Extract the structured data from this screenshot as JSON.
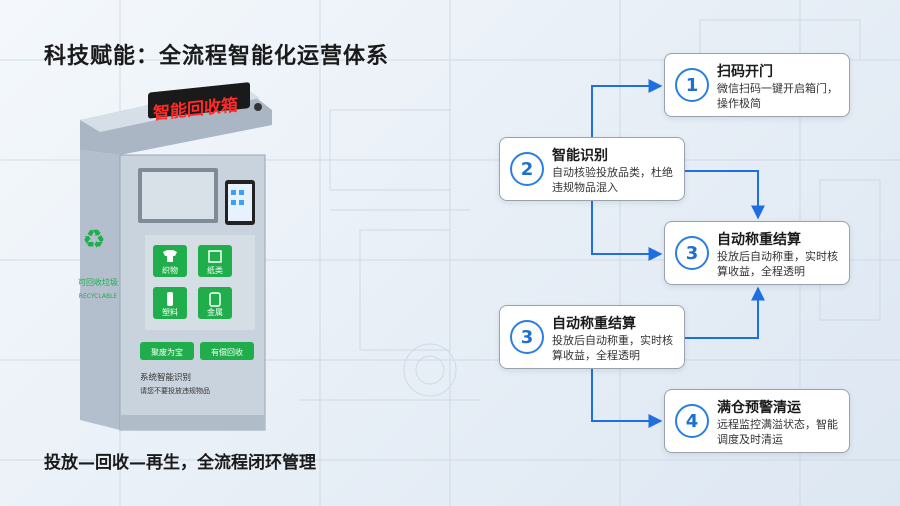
{
  "title": "科技赋能：全流程智能化运营体系",
  "subtitle": "投放—回收—再生，全流程闭环管理",
  "machine": {
    "display_text": "智能回收箱",
    "logo_text": "可回收垃圾",
    "logo_en": "RECYCLABLE",
    "bins": [
      {
        "label": "织物",
        "icon": "shirt-icon"
      },
      {
        "label": "纸类",
        "icon": "box-icon"
      },
      {
        "label": "塑料",
        "icon": "bottle-icon"
      },
      {
        "label": "金属",
        "icon": "can-icon"
      }
    ],
    "slogan_left": "聚废为宝",
    "slogan_right": "有偿回收",
    "notice_title": "系统智能识别",
    "notice_text": "请您不要投放违规物品"
  },
  "steps": [
    {
      "num": "1",
      "title": "扫码开门",
      "desc": "微信扫码一键开启箱门，操作极简"
    },
    {
      "num": "2",
      "title": "智能识别",
      "desc": "自动核验投放品类，杜绝违规物品混入"
    },
    {
      "num": "3",
      "title": "自动称重结算",
      "desc": "投放后自动称重，实时核算收益，全程透明"
    },
    {
      "num": "3",
      "title": "自动称重结算",
      "desc": "投放后自动称重，实时核算收益，全程透明"
    },
    {
      "num": "4",
      "title": "满仓预警清运",
      "desc": "远程监控满溢状态，智能调度及时清运"
    }
  ],
  "colors": {
    "arrow": "#1f6fe0",
    "bin_green": "#1fae4b",
    "display_red": "#ff2a2a",
    "machine_body": "#c9d3dd"
  }
}
